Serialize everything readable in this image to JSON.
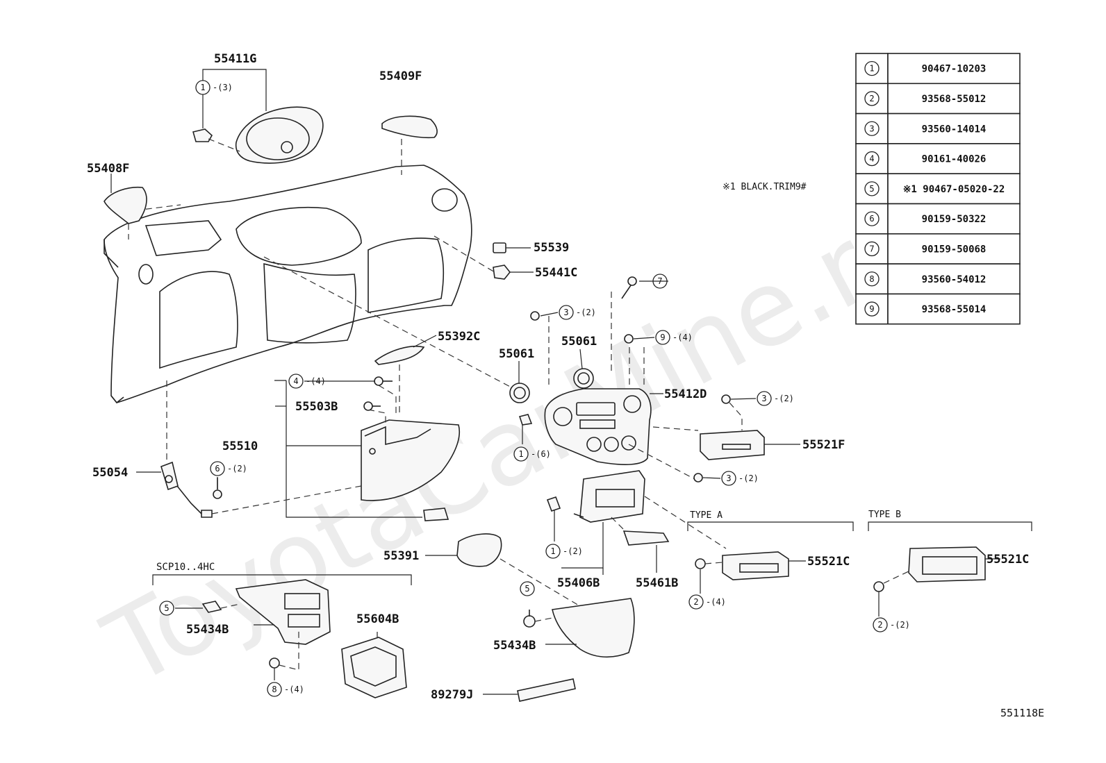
{
  "watermark": "ToyotaCarMine.ru",
  "diagram_code": "551118E",
  "note": "※1  BLACK.TRIM9#",
  "parts_table": [
    {
      "n": "1",
      "part": "90467-10203"
    },
    {
      "n": "2",
      "part": "93568-55012"
    },
    {
      "n": "3",
      "part": "93560-14014"
    },
    {
      "n": "4",
      "part": "90161-40026"
    },
    {
      "n": "5",
      "part": "※1 90467-05020-22"
    },
    {
      "n": "6",
      "part": "90159-50322"
    },
    {
      "n": "7",
      "part": "90159-50068"
    },
    {
      "n": "8",
      "part": "93560-54012"
    },
    {
      "n": "9",
      "part": "93568-55014"
    }
  ],
  "labels": {
    "p55411G": "55411G",
    "p55409F": "55409F",
    "p55408F": "55408F",
    "p55539": "55539",
    "p55441C": "55441C",
    "p55392C": "55392C",
    "p55061a": "55061",
    "p55061b": "55061",
    "p55412D": "55412D",
    "p55503B": "55503B",
    "p55510": "55510",
    "p55054": "55054",
    "p55521F": "55521F",
    "p55391": "55391",
    "p55406B": "55406B",
    "p55461B": "55461B",
    "p55521C_a": "55521C",
    "p55521C_b": "55521C",
    "p55434B_a": "55434B",
    "p55434B_b": "55434B",
    "p55604B": "55604B",
    "p89279J": "89279J",
    "type_a": "TYPE A",
    "type_b": "TYPE B",
    "scp": "SCP10..4HC"
  },
  "callouts": {
    "c1a": {
      "n": "1",
      "q": "-(3)"
    },
    "c7": {
      "n": "7",
      "q": ""
    },
    "c3a": {
      "n": "3",
      "q": "-(2)"
    },
    "c9": {
      "n": "9",
      "q": "-(4)"
    },
    "c4": {
      "n": "4",
      "q": "-(4)"
    },
    "c3b": {
      "n": "3",
      "q": "-(2)"
    },
    "c6": {
      "n": "6",
      "q": "-(2)"
    },
    "c1b": {
      "n": "1",
      "q": "-(6)"
    },
    "c3c": {
      "n": "3",
      "q": "-(2)"
    },
    "c1c": {
      "n": "1",
      "q": "-(2)"
    },
    "c2a": {
      "n": "2",
      "q": "-(4)"
    },
    "c2b": {
      "n": "2",
      "q": "-(2)"
    },
    "c5a": {
      "n": "5",
      "q": ""
    },
    "c5b": {
      "n": "5",
      "q": ""
    },
    "c8": {
      "n": "8",
      "q": "-(4)"
    }
  }
}
